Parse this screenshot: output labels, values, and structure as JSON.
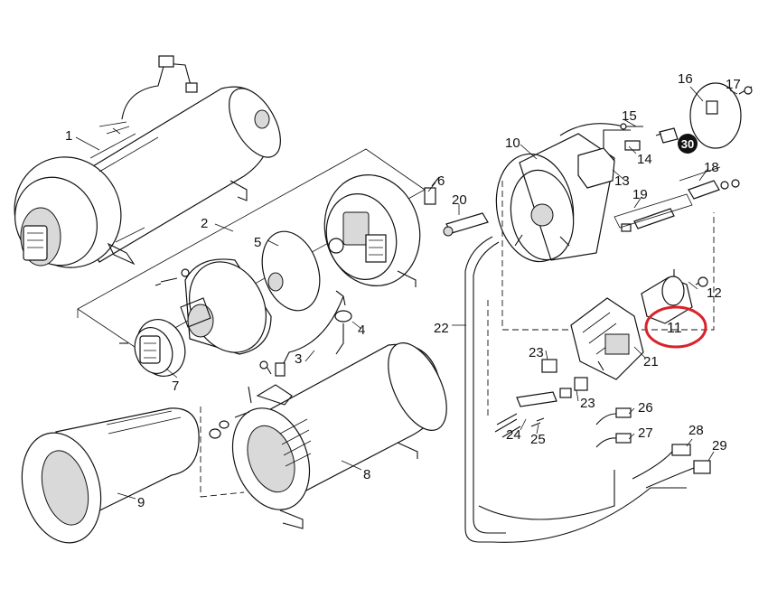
{
  "diagram": {
    "callouts": {
      "c1": "1",
      "c2": "2",
      "c3": "3",
      "c4": "4",
      "c5": "5",
      "c6": "6",
      "c7": "7",
      "c8": "8",
      "c9": "9",
      "c10": "10",
      "c11": "11",
      "c12": "12",
      "c13": "13",
      "c14": "14",
      "c15": "15",
      "c16": "16",
      "c17": "17",
      "c18": "18",
      "c19": "19",
      "c20": "20",
      "c21": "21",
      "c22": "22",
      "c23a": "23",
      "c23b": "23",
      "c24": "24",
      "c25": "25",
      "c26": "26",
      "c27": "27",
      "c28": "28",
      "c29": "29",
      "c30": "30"
    },
    "colors": {
      "highlight": "#d9232a",
      "line": "#111111",
      "badge": "#111111"
    },
    "highlighted_part": "11"
  }
}
